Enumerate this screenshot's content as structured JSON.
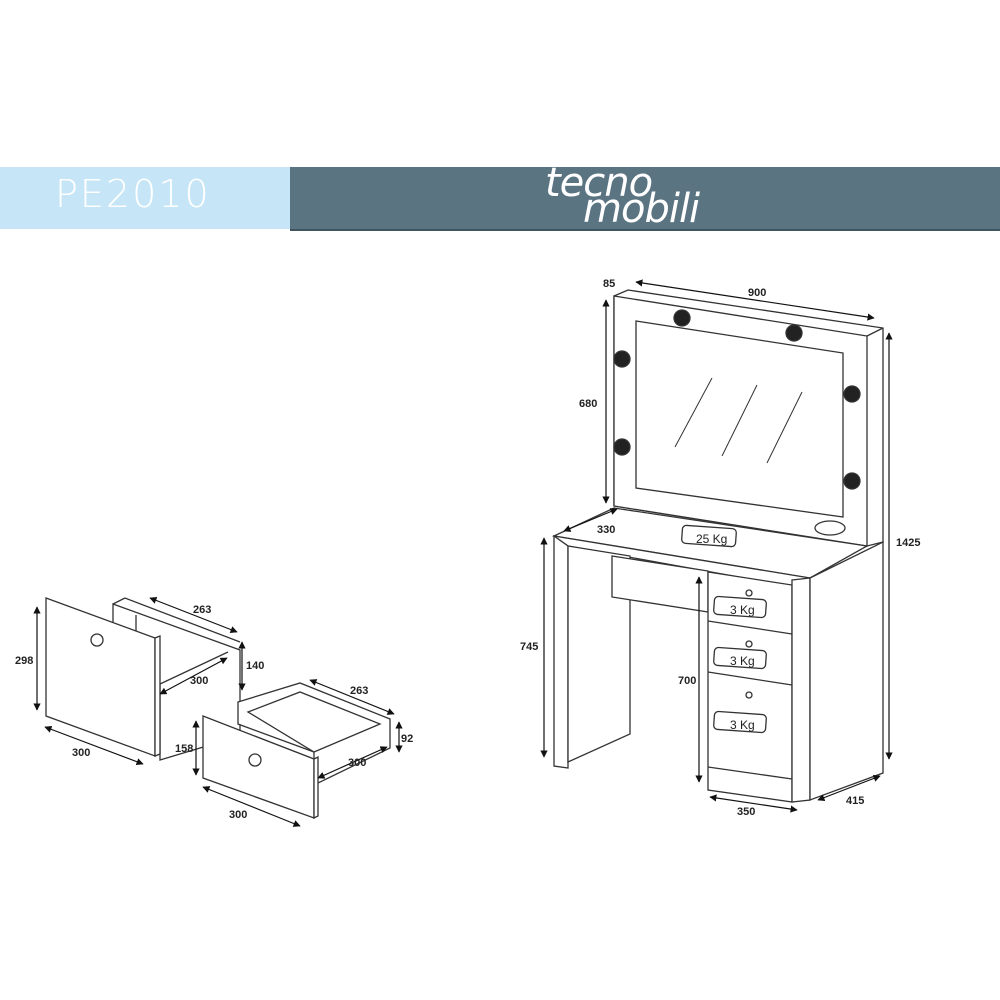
{
  "header": {
    "model_code": "PE2010",
    "brand_line1": "tecno",
    "brand_line2": "mobili",
    "colors": {
      "left_band": "#c6e6f7",
      "right_band": "#5a7482",
      "text": "#ffffff"
    }
  },
  "vanity": {
    "dimensions": {
      "mirror_frame_depth": "85",
      "mirror_width": "900",
      "mirror_height": "680",
      "total_height": "1425",
      "desk_depth_top": "330",
      "desk_height": "745",
      "drawer_unit_height": "700",
      "drawer_unit_width": "350",
      "total_depth": "415"
    },
    "load_labels": {
      "top": "25 Kg",
      "drawer1": "3 Kg",
      "drawer2": "3 Kg",
      "drawer3": "3 Kg"
    }
  },
  "drawer_large": {
    "front_height": "298",
    "front_width": "300",
    "box_depth": "263",
    "box_height": "140",
    "inner_length": "300"
  },
  "drawer_small": {
    "front_height": "158",
    "front_width": "300",
    "box_depth": "263",
    "box_height": "92",
    "inner_length": "300"
  }
}
